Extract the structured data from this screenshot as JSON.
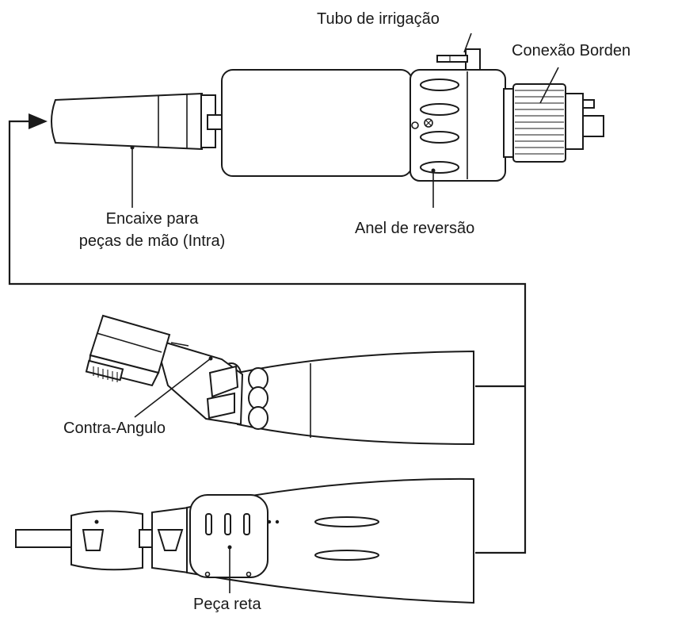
{
  "labels": {
    "irrigation_tube": "Tubo de irrigação",
    "borden_connection": "Conexão Borden",
    "handpiece_fitting_line1": "Encaixe para",
    "handpiece_fitting_line2": "peças de mão (Intra)",
    "reversal_ring": "Anel de reversão",
    "contra_angle": "Contra-Angulo",
    "straight_piece": "Peça reta"
  }
}
